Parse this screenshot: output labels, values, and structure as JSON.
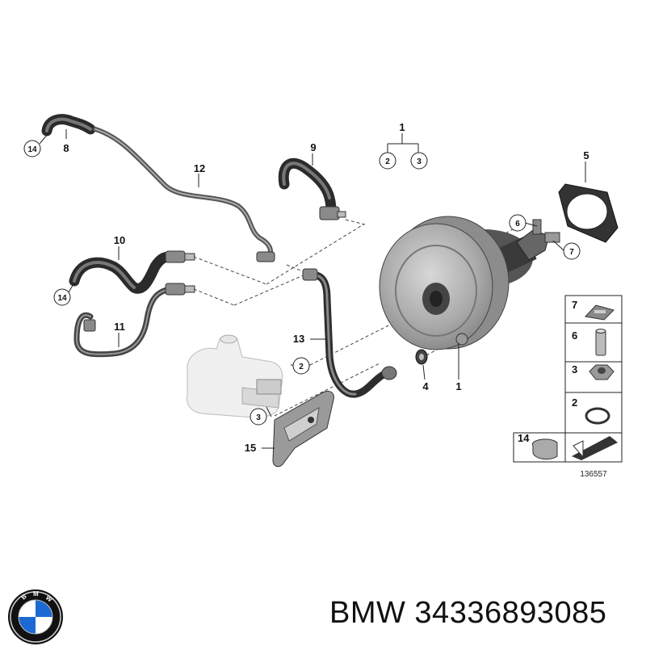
{
  "callouts": {
    "c1": "1",
    "c1b": "1",
    "c2": "2",
    "c2b": "2",
    "c3": "3",
    "c3b": "3",
    "c4": "4",
    "c5": "5",
    "c6": "6",
    "c7": "7",
    "c8": "8",
    "c9": "9",
    "c10": "10",
    "c11": "11",
    "c12": "12",
    "c13": "13",
    "c14a": "14",
    "c14b": "14",
    "c15": "15"
  },
  "legend": {
    "items": [
      "7",
      "6",
      "3",
      "2",
      "14"
    ]
  },
  "diagram_id": "136557",
  "caption": "BMW 34336893085",
  "logo": {
    "lettering": "BMW",
    "colors": [
      "#1c69d4",
      "#ffffff",
      "#111111"
    ]
  }
}
